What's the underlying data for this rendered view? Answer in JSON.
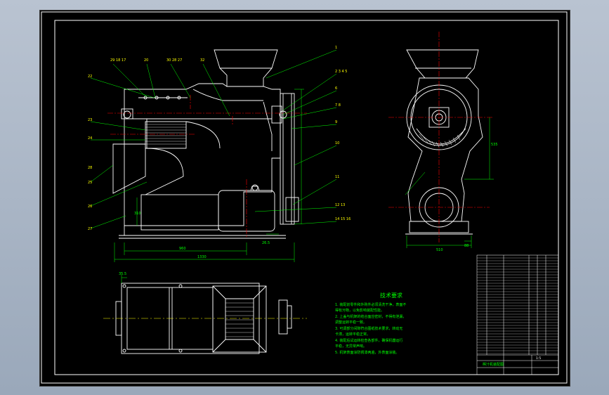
{
  "drawing": {
    "background": "#000000",
    "line_colors": {
      "outline": "#ffffff",
      "centerline": "#ff0000",
      "leader": "#00ff00",
      "dimension": "#00ff00",
      "labels": "#ffff00"
    },
    "balloons_left": [
      "22",
      "23",
      "24",
      "25",
      "26",
      "27",
      "28"
    ],
    "balloons_top": [
      "29 18 17",
      "20",
      "30 28 27",
      "32",
      "1"
    ],
    "balloons_right": [
      "2 3 4 5",
      "6",
      "7 8",
      "9",
      "10",
      "11",
      "12 13",
      "14 15 16"
    ],
    "tech_requirements": {
      "title": "技术要求",
      "lines": [
        "1. 装配前零件和外购件必须清洗干净，表面不",
        "得有污物，以免影响装配性能。",
        "2. 上盖与机架的结合面应密封，不得有泄漏，",
        "调整运转平稳一致。",
        "3. 可调部分间隙符合图纸技术要求，转动无",
        "卡滞，运转平稳正常。",
        "4. 装配后试运转检查各部件，确保机器运行",
        "平稳，无异常声响。",
        "5. 机架表面涂防锈漆两遍，外表面涂装。"
      ]
    },
    "title_block": {
      "name": "榨汁机装配图",
      "scale": "1:5"
    }
  }
}
